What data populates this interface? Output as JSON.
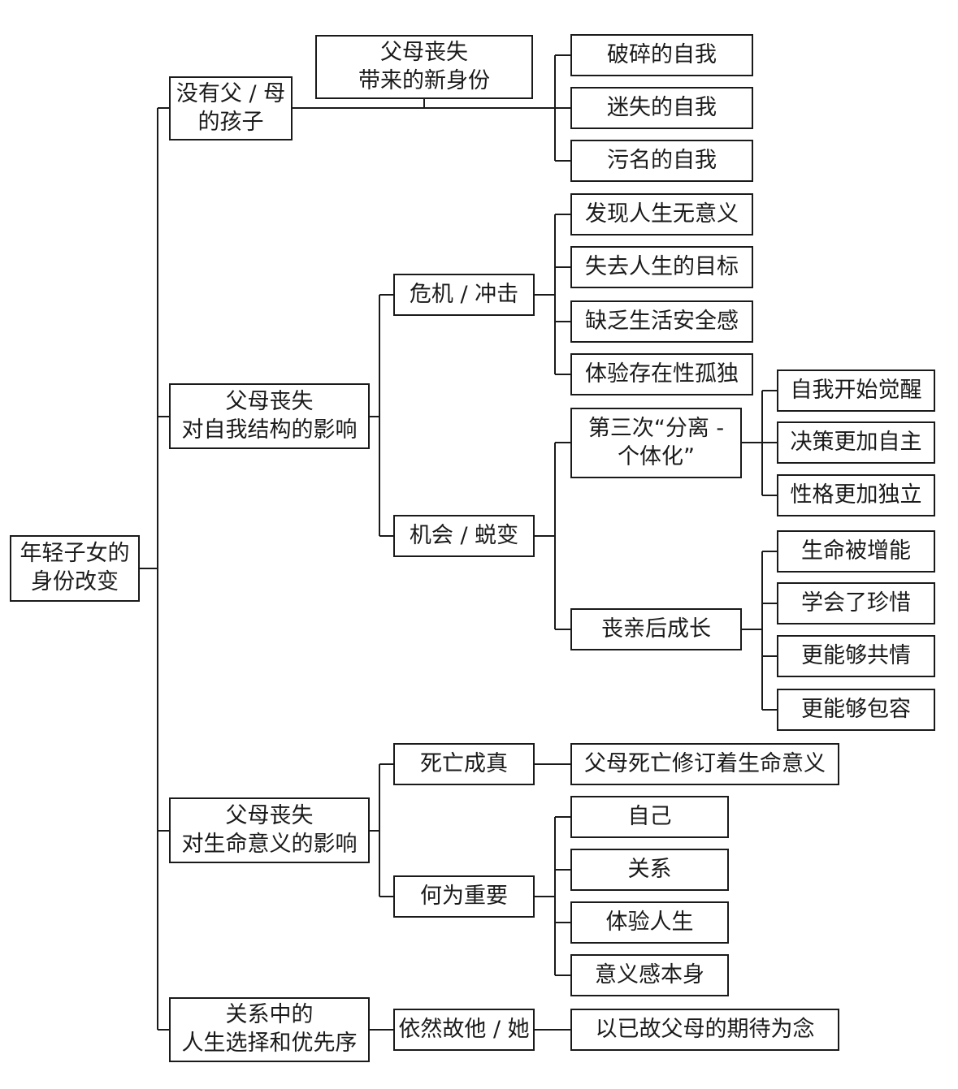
{
  "root": {
    "label": "年轻子女的\n身份改变"
  },
  "branches": {
    "no_parent_child": {
      "label": "没有父 / 母\n的孩子",
      "sub": {
        "new_identity": {
          "label": "父母丧失\n带来的新身份"
        },
        "broken_self": {
          "label": "破碎的自我"
        },
        "lost_self": {
          "label": "迷失的自我"
        },
        "stigma_self": {
          "label": "污名的自我"
        }
      }
    },
    "self_structure": {
      "label": "父母丧失\n对自我结构的影响",
      "crisis": {
        "label": "危机 / 冲击",
        "items": [
          "发现人生无意义",
          "失去人生的目标",
          "缺乏生活安全感",
          "体验存在性孤独"
        ]
      },
      "opportunity": {
        "label": "机会 / 蜕变",
        "separation": {
          "label": "第三次“分离 -\n个体化”",
          "items": [
            "自我开始觉醒",
            "决策更加自主",
            "性格更加独立"
          ]
        },
        "growth": {
          "label": "丧亲后成长",
          "items": [
            "生命被增能",
            "学会了珍惜",
            "更能够共情",
            "更能够包容"
          ]
        }
      }
    },
    "life_meaning": {
      "label": "父母丧失\n对生命意义的影响",
      "death_real": {
        "label": "死亡成真",
        "result": "父母死亡修订着生命意义"
      },
      "what_matters": {
        "label": "何为重要",
        "items": [
          "自己",
          "关系",
          "体验人生",
          "意义感本身"
        ]
      }
    },
    "relationships": {
      "label": "关系中的\n人生选择和优先序",
      "still_missing": {
        "label": "依然故他 / 她",
        "result": "以已故父母的期待为念"
      }
    }
  },
  "colors": {
    "line": "#1a1a1a",
    "text": "#1a1a1a",
    "background": "#ffffff"
  }
}
